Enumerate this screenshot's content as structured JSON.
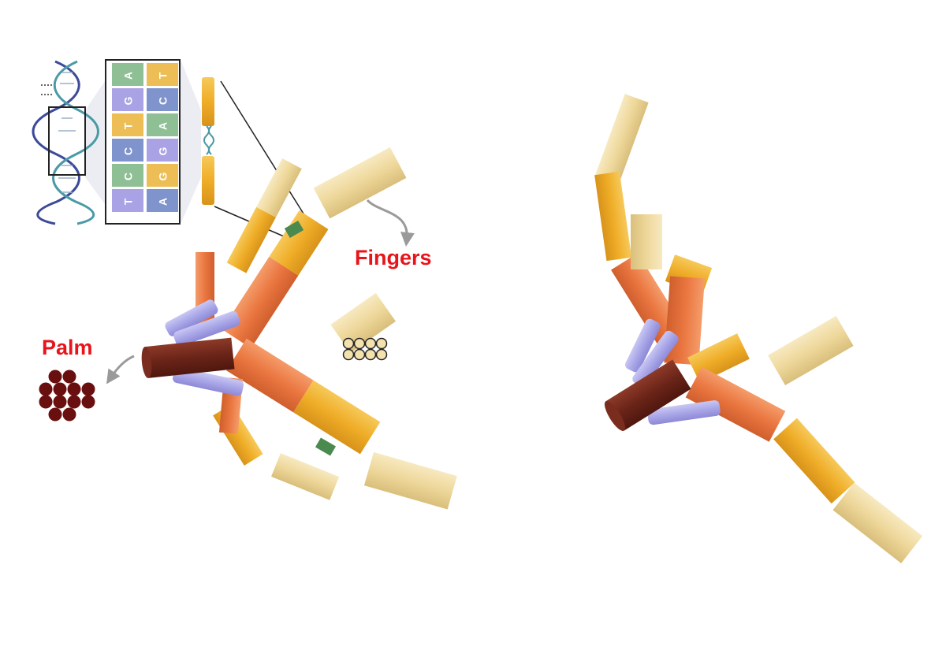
{
  "labels": {
    "fingers": "Fingers",
    "palm": "Palm"
  },
  "colors": {
    "label_red": "#e8141b",
    "pale_yellow": "#f1dca0",
    "yellow_orange": "#f0b22e",
    "orange": "#ec7a45",
    "lavender": "#a9a6e8",
    "dark_brown": "#6a2418",
    "palm_bundle": "#6a0f10",
    "helix_blue": "#3c4a98",
    "helix_teal": "#4a9aa6",
    "base_green": "#8fbf94",
    "base_purple": "#a9a2e4",
    "base_yellow": "#ecbe55",
    "base_blue": "#7f93cc"
  },
  "dna_inset": {
    "sequence_columns": [
      {
        "bases": [
          "A",
          "G",
          "T",
          "C",
          "C",
          "T"
        ]
      },
      {
        "bases": [
          "T",
          "C",
          "A",
          "G",
          "G",
          "A"
        ]
      }
    ]
  },
  "icons": {
    "dna_helix": "double-helix-icon",
    "arrow": "curved-arrow-icon"
  }
}
